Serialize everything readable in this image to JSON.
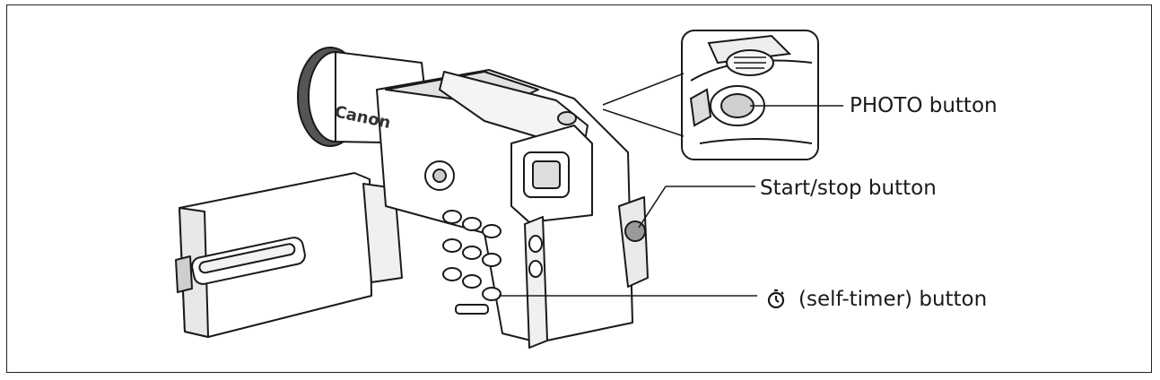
{
  "callouts": {
    "photo": "PHOTO button",
    "start_stop": "Start/stop button",
    "self_timer": "(self-timer) button"
  },
  "brand_mark": "Canon",
  "icons": {
    "self_timer": "self-timer-icon"
  },
  "colors": {
    "line": "#1a1a1a",
    "fill": "#ffffff",
    "shade": "#8a8a8a",
    "frame": "#222222"
  }
}
